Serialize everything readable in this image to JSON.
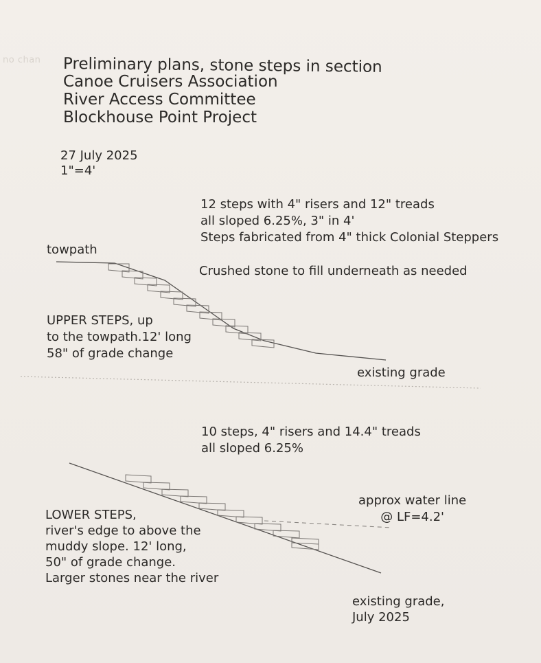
{
  "document": {
    "bleed_through_text": "no chan",
    "title_lines": [
      "Preliminary plans, stone steps in section",
      "Canoe Cruisers Association",
      "River Access Committee",
      "Blockhouse Point Project"
    ],
    "date": "27 July 2025",
    "scale": "1\"=4'"
  },
  "upper_section": {
    "spec_lines": [
      "12 steps with 4\" risers and 12\" treads",
      "all sloped 6.25%, 3\" in 4'",
      "Steps fabricated from 4\" thick Colonial Steppers"
    ],
    "fill_note": "Crushed stone to fill underneath as needed",
    "towpath_label": "towpath",
    "description_lines": [
      "UPPER STEPS, up",
      "to the towpath.12' long",
      "58\" of grade change"
    ],
    "grade_label": "existing grade",
    "step_count": 12,
    "riser_in": 4,
    "tread_in": 12,
    "slope_pct": 6.25,
    "length_ft": 12,
    "grade_change_in": 58
  },
  "lower_section": {
    "spec_lines": [
      "10 steps, 4\" risers and 14.4\" treads",
      "all sloped 6.25%"
    ],
    "water_line_lines": [
      "approx water line",
      "@ LF=4.2'"
    ],
    "description_lines": [
      "LOWER STEPS,",
      "river's edge to above the",
      "muddy slope.  12' long,",
      "50\" of grade change.",
      "Larger stones near the river"
    ],
    "grade_label_lines": [
      "existing grade,",
      "July 2025"
    ],
    "step_count": 10,
    "riser_in": 4,
    "tread_in": 14.4,
    "slope_pct": 6.25,
    "length_ft": 12,
    "grade_change_in": 50,
    "water_line_lf_ft": 4.2
  },
  "colors": {
    "paper": "#f1ede8",
    "ink": "#2b2927",
    "line": "#555250",
    "step_outline": "#7a7673"
  }
}
